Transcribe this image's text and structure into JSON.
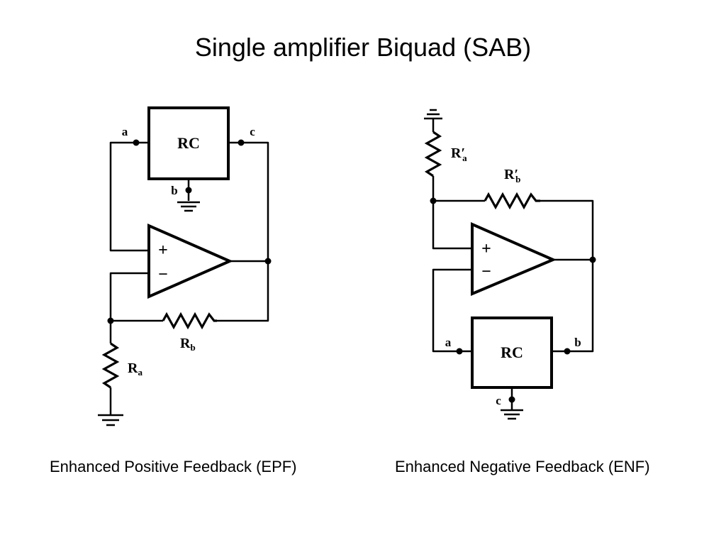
{
  "title": "Single amplifier Biquad (SAB)",
  "epf": {
    "caption": "Enhanced Positive Feedback (EPF)",
    "rc_label": "RC",
    "node_a": "a",
    "node_b": "b",
    "node_c": "c",
    "plus": "+",
    "minus": "−",
    "ra_main": "R",
    "ra_sub": "a",
    "rb_main": "R",
    "rb_sub": "b"
  },
  "enf": {
    "caption": "Enhanced Negative Feedback (ENF)",
    "rc_label": "RC",
    "node_a": "a",
    "node_b": "b",
    "node_c": "c",
    "plus": "+",
    "minus": "−",
    "ra_main": "R′",
    "ra_sub": "a",
    "rb_main": "R′",
    "rb_sub": "b"
  }
}
